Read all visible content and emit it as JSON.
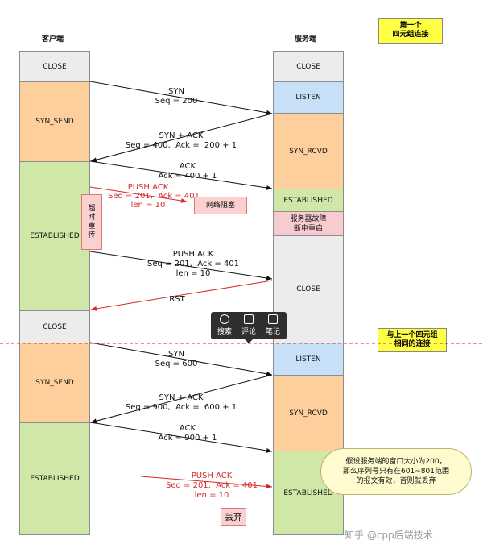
{
  "headers": {
    "client": "客户端",
    "server": "服务端"
  },
  "tags": {
    "first": "第一个\n四元组连接",
    "same": "与上一个四元组\n相同的连接"
  },
  "client_states": [
    "CLOSE",
    "SYN_SEND",
    "ESTABLISHED",
    "CLOSE",
    "SYN_SEND",
    "ESTABLISHED"
  ],
  "server_states": [
    "CLOSE",
    "LISTEN",
    "SYN_RCVD",
    "ESTABLISHED",
    "服务器故障\n断电重启",
    "CLOSE",
    "LISTEN",
    "SYN_RCVD",
    "ESTABLISHED"
  ],
  "messages": {
    "syn1": "SYN\nSeq = 200",
    "synack1": "SYN + ACK\nSeq = 400,  Ack =  200 + 1",
    "ack1": "ACK\nAck = 400 + 1",
    "push_lost": "PUSH ACK\nSeq = 201,  Ack = 401\nlen = 10",
    "network_block": "网络阻塞",
    "timeout_retransmit": "超时重传",
    "push_retry": "PUSH ACK\nSeq = 201,  Ack = 401\nlen = 10",
    "rst": "RST",
    "syn2": "SYN\nSeq = 600",
    "synack2": "SYN + ACK\nSeq = 900,  Ack =  600 + 1",
    "ack2": "ACK\nAck = 900 + 1",
    "push_old": "PUSH ACK\nSeq = 201,  Ack = 401\nlen = 10",
    "discard": "丢弃"
  },
  "note": "假设服务端的窗口大小为200，\n那么序列号只有在601~801范围\n的报文有效，否则就丢弃",
  "toolbar": {
    "search": "搜索",
    "comment": "评论",
    "notes": "笔记"
  },
  "watermark": "知乎 @cpp后端技术",
  "colors": {
    "red": "#d42a2a",
    "client_orange": "#fccf9c",
    "green": "#cfe8a8",
    "blue": "#c8e0f7"
  }
}
